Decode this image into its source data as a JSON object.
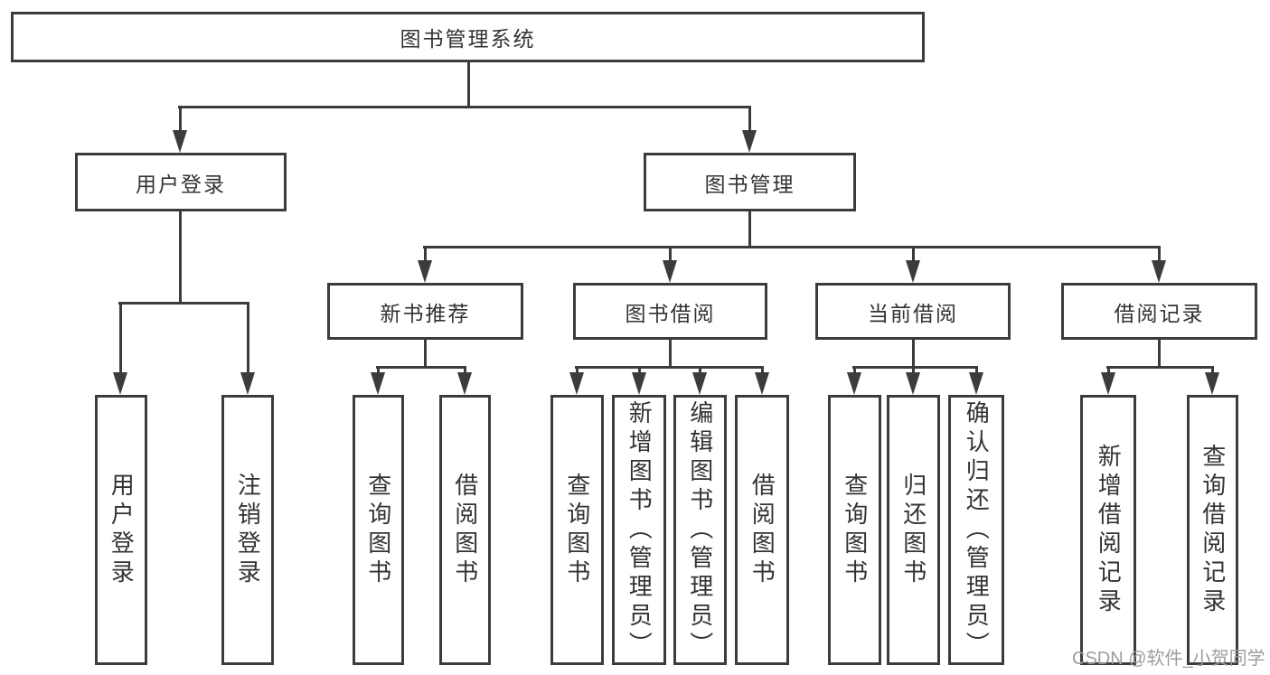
{
  "diagram": {
    "root": {
      "label": "图书管理系统"
    },
    "level2": [
      {
        "label": "用户登录"
      },
      {
        "label": "图书管理"
      }
    ],
    "level3": [
      {
        "label": "新书推荐"
      },
      {
        "label": "图书借阅"
      },
      {
        "label": "当前借阅"
      },
      {
        "label": "借阅记录"
      }
    ],
    "leaves": [
      {
        "label": "用户登录"
      },
      {
        "label": "注销登录"
      },
      {
        "label": "查询图书"
      },
      {
        "label": "借阅图书"
      },
      {
        "label": "查询图书"
      },
      {
        "label": "新增图书（管理员）"
      },
      {
        "label": "编辑图书（管理员）"
      },
      {
        "label": "借阅图书"
      },
      {
        "label": "查询图书"
      },
      {
        "label": "归还图书"
      },
      {
        "label": "确认归还（管理员）"
      },
      {
        "label": "新增借阅记录"
      },
      {
        "label": "查询借阅记录"
      }
    ]
  },
  "watermark": {
    "text": "CSDN @软件_小贺同学"
  },
  "colors": {
    "line": "#3c3c3c",
    "text": "#333333",
    "watermark": "#9d9d9d",
    "background": "#ffffff"
  }
}
